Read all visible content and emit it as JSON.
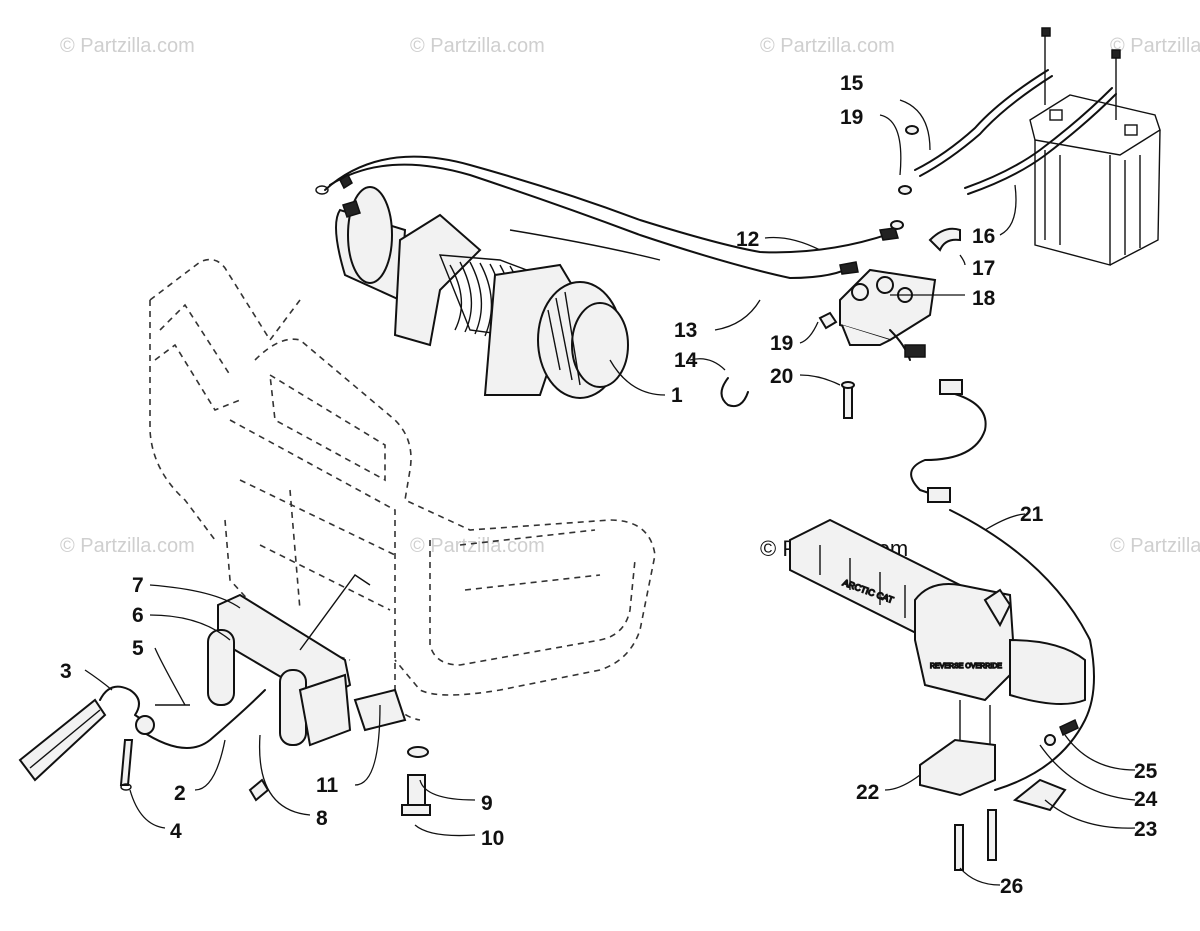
{
  "diagram": {
    "watermark_text": "© Partzilla.com",
    "watermark_primary": "© Partzilla.com",
    "callouts": [
      "1",
      "2",
      "3",
      "4",
      "5",
      "6",
      "7",
      "8",
      "9",
      "10",
      "11",
      "12",
      "13",
      "14",
      "15",
      "16",
      "17",
      "18",
      "19",
      "19",
      "20",
      "21",
      "22",
      "23",
      "24",
      "25",
      "26"
    ],
    "labels": {
      "c1": "1",
      "c2": "2",
      "c3": "3",
      "c4": "4",
      "c5": "5",
      "c6": "6",
      "c7": "7",
      "c8": "8",
      "c9": "9",
      "c10": "10",
      "c11": "11",
      "c12": "12",
      "c13": "13",
      "c14": "14",
      "c15": "15",
      "c16": "16",
      "c17": "17",
      "c18": "18",
      "c19a": "19",
      "c19b": "19",
      "c20": "20",
      "c21": "21",
      "c22": "22",
      "c23": "23",
      "c24": "24",
      "c25": "25",
      "c26": "26"
    },
    "grip_text": "ARCTIC CAT",
    "switch_text": "REVERSE OVERRIDE"
  }
}
